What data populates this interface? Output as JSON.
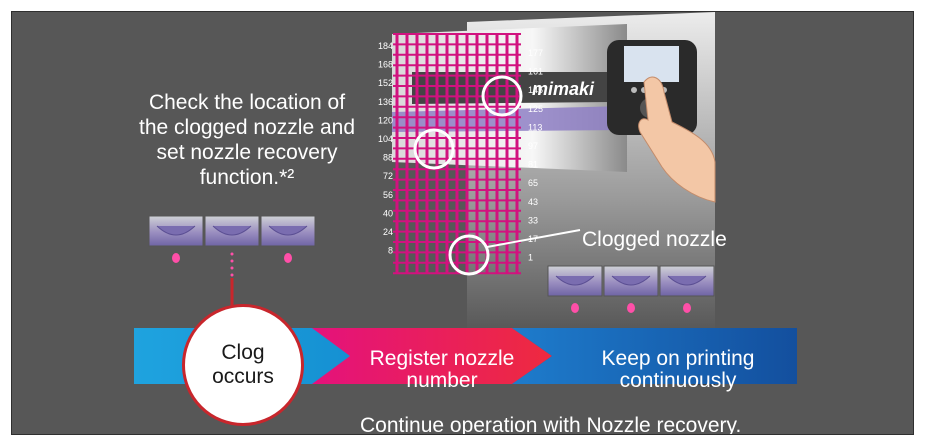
{
  "instruction": {
    "line1": "Check the location of",
    "line2": "the clogged nozzle and",
    "line3": "set nozzle recovery",
    "line4": "function.*²"
  },
  "clogged_label": "Clogged nozzle",
  "flow": {
    "step1_line1": "Clog",
    "step1_line2": "occurs",
    "step2_line1": "Register nozzle",
    "step2_line2": "number",
    "step3_line1": "Keep on printing",
    "step3_line2": "continuously"
  },
  "footer": "Continue operation with Nozzle recovery.",
  "nozzle_left_labels": [
    "184",
    "168",
    "152",
    "136",
    "120",
    "104",
    "88",
    "72",
    "56",
    "40",
    "24",
    "8"
  ],
  "nozzle_right_labels": [
    "177",
    "161",
    "145",
    "125",
    "113",
    "97",
    "81",
    "65",
    "43",
    "33",
    "17",
    "1"
  ],
  "brand_text": "mimaki",
  "colors": {
    "background": "#575757",
    "grid": "#d1127f",
    "flow_blue": "#1fa3df",
    "flow_magenta": "#e4127c",
    "flow_dark_blue": "#1565b7",
    "clog_border": "#c8262c",
    "ink_drop": "#ff4fa8"
  }
}
